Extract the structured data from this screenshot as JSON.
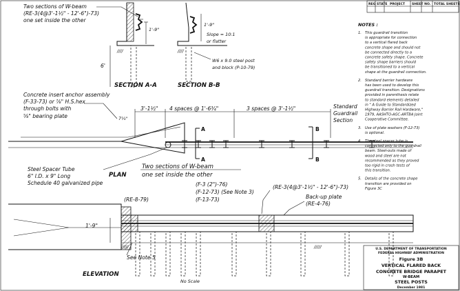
{
  "title_block_header": [
    "REG",
    "STATE",
    "PROJECT",
    "SHEET NO.",
    "TOTAL SHEETS"
  ],
  "section_aa": {
    "callout_line1": "Two sections of W-beam",
    "callout_line2": "(RE-3(4@3'-1½\" - 12'-6\")-73)",
    "callout_line3": "one set inside the other",
    "dim_height": "1'-9\"",
    "dim_post": "6'",
    "label": "SECTION A-A"
  },
  "section_bb": {
    "dim_height": "1'-9\"",
    "slope_line1": "Slope = 10:1",
    "slope_line2": "or flatter",
    "post_line1": "W6 x 9.0 steel post",
    "post_line2": "and block (P-10-79)",
    "label": "SECTION B-B"
  },
  "notes": {
    "heading": "NOTES :",
    "items": [
      {
        "num": "1.",
        "lines": [
          "This guardrail transition",
          "is appropriate for connection",
          "to a vertical flared back",
          "concrete shape and should not",
          "be connected directly to a",
          "concrete safety shape. Concrete",
          "safety shape barriers should",
          "be transitioned to a vertical",
          "shape at the guardrail connection."
        ]
      },
      {
        "num": "2.",
        "lines": [
          "Standard barrier hardware",
          "has been used to develop this",
          "guardrail transition. Designations",
          "provided in parenthesis relate",
          "to standard elements detailed",
          "in \" A Guide to Standardized",
          "Highway Barrier Rail Hardware,\"",
          "1979, AASHTO-AGC-ARTBA Joint",
          "Cooperative Committee."
        ]
      },
      {
        "num": "3.",
        "lines": [
          "Use of plate washers (F-12-73)",
          "is optional."
        ]
      },
      {
        "num": "4.",
        "lines": [
          "The steel spacer tube is",
          "connected only to the guardrail",
          "beam. Steel-outs made of",
          "wood and steel are not",
          "recommended as they proved",
          "too rigid in crash tests of",
          "this transition."
        ]
      },
      {
        "num": "5.",
        "lines": [
          "Details of the concrete shape",
          "transition are provided on",
          "Figure 3C"
        ]
      }
    ]
  },
  "plan": {
    "anchor_line1": "Concrete insert anchor assembly",
    "anchor_line2": "(F-33-73) or ⅞\" H.S.hex",
    "anchor_line3": "through bolts with",
    "anchor_line4": "⅝\" bearing plate",
    "dim_a": "7¼\"",
    "dim_b": "3'-1½\"",
    "dim_c": "4 spaces @ 1'-6¾\"",
    "dim_d": "3 spaces @ 3'-1½\"",
    "std_line1": "Standard",
    "std_line2": "Guardrail",
    "std_line3": "Section",
    "cut_a": "A",
    "cut_b": "B",
    "label": "PLAN",
    "wbeam_line1": "Two sections of W-beam",
    "wbeam_line2": "one set inside the other",
    "spacer_line1": "Steel Spacer Tube",
    "spacer_line2": "6\" I.D. x 9\" Long",
    "spacer_line3": "Schedule 40 galvanized pipe"
  },
  "elevation": {
    "re879": "(RE-8-79)",
    "f376": "(F-3 (2\")-76)",
    "f1273": "(F-12-73) (See Note 3)",
    "f1373": "(F-13-73)",
    "re3": "(RE-3(4@3'-1½\" - 12'-6\")-73)",
    "backup_line1": "Back-up plate",
    "backup_line2": "(RE-4-76)",
    "dim_height": "1'-9\"",
    "see_note": "See Note 5",
    "label": "ELEVATION",
    "no_scale": "No Scale"
  },
  "title_block": {
    "agency_line1": "U.S. DEPARTMENT OF TRANSPORTATION",
    "agency_line2": "FEDERAL HIGHWAY ADMINISTRATION",
    "figure": "Figure 3B",
    "title_line1": "VERTICAL FLARED BACK",
    "title_line2": "CONCRETE BRIDGE PARAPET",
    "title_line3": "W-BEAM",
    "title_line4": "STEEL POSTS",
    "date": "December 1981"
  }
}
